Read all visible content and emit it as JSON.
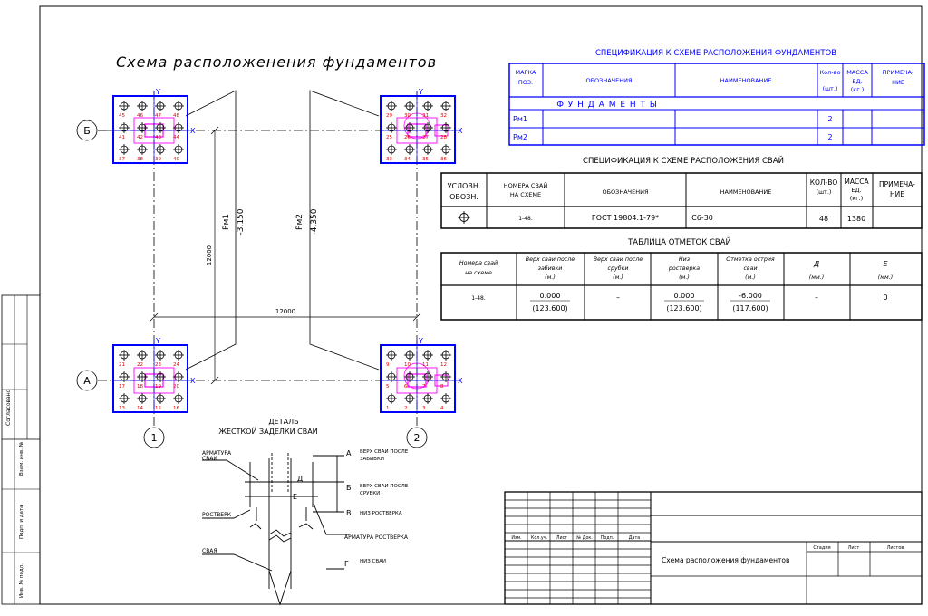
{
  "drawing_title": "Схема  расположенения  фундаментов",
  "axes": {
    "rows": [
      "Б",
      "А"
    ],
    "cols": [
      "1",
      "2"
    ],
    "dim_horizontal": "12000",
    "dim_vertical": "12000"
  },
  "grillage_labels": {
    "rm1": "Рм1",
    "rm1_elev": "-3.150",
    "rm2": "Рм2",
    "rm2_elev": "-4.350"
  },
  "pile_cap_axis": {
    "x": "X",
    "y": "Y"
  },
  "pile_numbers": {
    "cap_b1": [
      "45",
      "46",
      "47",
      "48",
      "41",
      "42",
      "43",
      "44",
      "37",
      "38",
      "39",
      "40"
    ],
    "cap_b2": [
      "29",
      "30",
      "31",
      "32",
      "25",
      "26",
      "27",
      "28",
      "33",
      "34",
      "35",
      "36"
    ],
    "cap_a1": [
      "21",
      "22",
      "23",
      "24",
      "17",
      "18",
      "19",
      "20",
      "13",
      "14",
      "15",
      "16"
    ],
    "cap_a2": [
      "9",
      "10",
      "11",
      "12",
      "5",
      "6",
      "7",
      "8",
      "1",
      "2",
      "3",
      "4"
    ]
  },
  "spec_foundation": {
    "title": "СПЕЦИФИКАЦИЯ К СХЕМЕ РАСПОЛОЖЕНИЯ ФУНДАМЕНТОВ",
    "headers": [
      "МАРКА ПОЗ.",
      "ОБОЗНАЧЕНИЯ",
      "НАИМЕНОВАНИЕ",
      "Кол-во (шт.)",
      "МАССА ЕД. (кг.)",
      "ПРИМЕЧА- НИЕ"
    ],
    "section": "Ф У Н Д А М Е Н Т Ы",
    "rows": [
      {
        "mark": "Рм1",
        "qty": "2"
      },
      {
        "mark": "Рм2",
        "qty": "2"
      }
    ]
  },
  "spec_piles": {
    "title": "СПЕЦИФИКАЦИЯ К СХЕМЕ РАСПОЛОЖЕНИЯ СВАЙ",
    "headers": [
      "УСЛОВН. ОБОЗН.",
      "НОМЕРА СВАЙ НА СХЕМЕ",
      "ОБОЗНАЧЕНИЯ",
      "НАИМЕНОВАНИЕ",
      "КОЛ-ВО (шт.)",
      "МАССА ЕД. (кг.)",
      "ПРИМЕЧА- НИЕ"
    ],
    "row": {
      "numbers": "1-48.",
      "designation": "ГОСТ 19804.1-79*",
      "name": "С6-30",
      "qty": "48",
      "mass": "1380"
    }
  },
  "pile_marks": {
    "title": "ТАБЛИЦА ОТМЕТОК СВАЙ",
    "headers": [
      "Номера свай на схеме",
      "Верх сваи после забивки (м.)",
      "Верх сваи после срубки (м.)",
      "Низ ростверка (м.)",
      "Отметка острия сваи (м.)",
      "Д (мм.)",
      "Е (мм.)"
    ],
    "row": {
      "numbers": "1-48.",
      "top_after_driving": "0.000",
      "top_after_driving_abs": "(123.600)",
      "top_after_cut": "–",
      "grillage_bottom": "0.000",
      "grillage_bottom_abs": "(123.600)",
      "tip": "-6.000",
      "tip_abs": "(117.600)",
      "d": "–",
      "e": "0"
    }
  },
  "detail": {
    "title_line1": "ДЕТАЛЬ",
    "title_line2": "ЖЕСТКОЙ ЗАДЕЛКИ СВАИ",
    "labels": {
      "armature_pile_1": "АРМАТУРА",
      "armature_pile_2": "СВАИ",
      "grillage": "РОСТВЕРК",
      "pile": "СВАЯ",
      "armature_grillage": "АРМАТУРА РОСТВЕРКА",
      "d": "Д",
      "e": "Е"
    },
    "levels": [
      {
        "letter": "А",
        "text1": "ВЕРХ СВАИ ПОСЛЕ",
        "text2": "ЗАБИВКИ"
      },
      {
        "letter": "Б",
        "text1": "ВЕРХ СВАИ ПОСЛЕ",
        "text2": "СРУБКИ"
      },
      {
        "letter": "В",
        "text1": "НИЗ РОСТВЕРКА",
        "text2": ""
      },
      {
        "letter": "Г",
        "text1": "НИЗ СВАИ",
        "text2": ""
      }
    ]
  },
  "title_block": {
    "columns": [
      "Изм.",
      "Кол.уч.",
      "Лист",
      "№ Док.",
      "Подп.",
      "Дата"
    ],
    "sheet_name": "Схема расположения фундаментов",
    "stage_labels": [
      "Стадия",
      "Лист",
      "Листов"
    ]
  },
  "side_stamp": [
    "Согласовано",
    "Взам. инв. №",
    "Подп. и дата",
    "Инв. № подл."
  ],
  "colors": {
    "blue": "#0000ff",
    "magenta": "#ff00ff",
    "red": "#e00000",
    "black": "#000000"
  }
}
